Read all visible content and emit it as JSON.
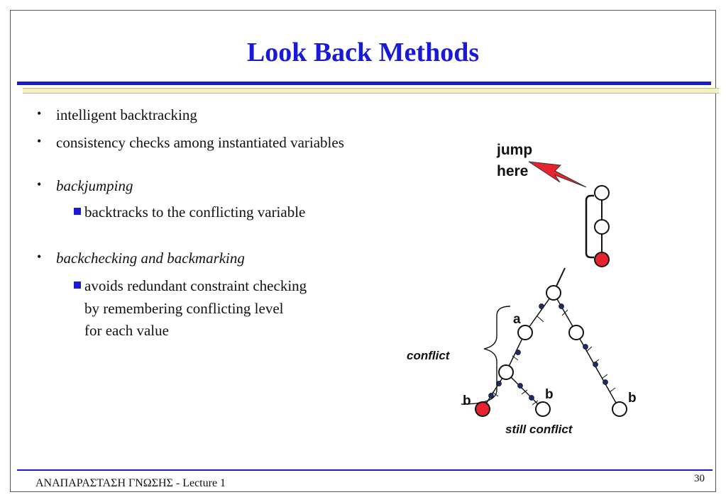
{
  "slide": {
    "title": "Look Back Methods",
    "bullets": [
      {
        "text": "intelligent backtracking"
      },
      {
        "text": "consistency checks among instantiated variables"
      },
      {
        "text": "backjumping"
      },
      {
        "text": "backtracks to the conflicting variable"
      },
      {
        "text": "backchecking and backmarking"
      },
      {
        "line1": "avoids redundant constraint checking",
        "line2": "by remembering conflicting level",
        "line3": "for each value"
      }
    ],
    "footer": "ΑΝΑΠΑΡΑΣΤΑΣΗ ΓΝΩΣΗΣ - Lecture 1",
    "page_number": "30"
  },
  "diagram": {
    "jump_label_1": "jump",
    "jump_label_2": "here",
    "label_a": "a",
    "label_conflict": "conflict",
    "label_b_left": "b",
    "label_b_mid": "b",
    "label_b_right": "b",
    "label_still_conflict": "still conflict",
    "colors": {
      "conflict_node": "#e8232f",
      "lightning": "#e8232f",
      "edge_dot": "#1b2a6b"
    }
  }
}
